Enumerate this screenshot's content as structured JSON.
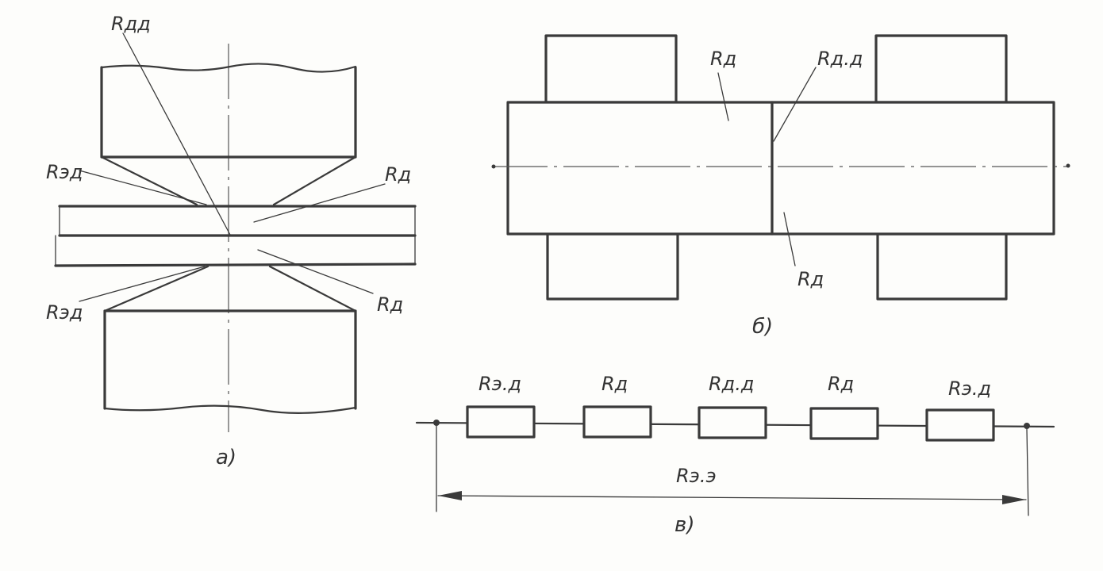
{
  "figure_a": {
    "caption": "а)",
    "labels": {
      "r_dd": "Rдд",
      "r_ed_top": "Rэд",
      "r_d_top": "Rд",
      "r_ed_bottom": "Rэд",
      "r_d_bottom": "Rд"
    }
  },
  "figure_b": {
    "caption": "б)",
    "labels": {
      "r_d_top": "Rд",
      "r_dd": "Rд.д",
      "r_d_bottom": "Rд"
    }
  },
  "figure_c": {
    "caption": "в)",
    "resistors": [
      "Rэ.д",
      "Rд",
      "Rд.д",
      "Rд",
      "Rэ.д"
    ],
    "total": "Rэ.э"
  }
}
